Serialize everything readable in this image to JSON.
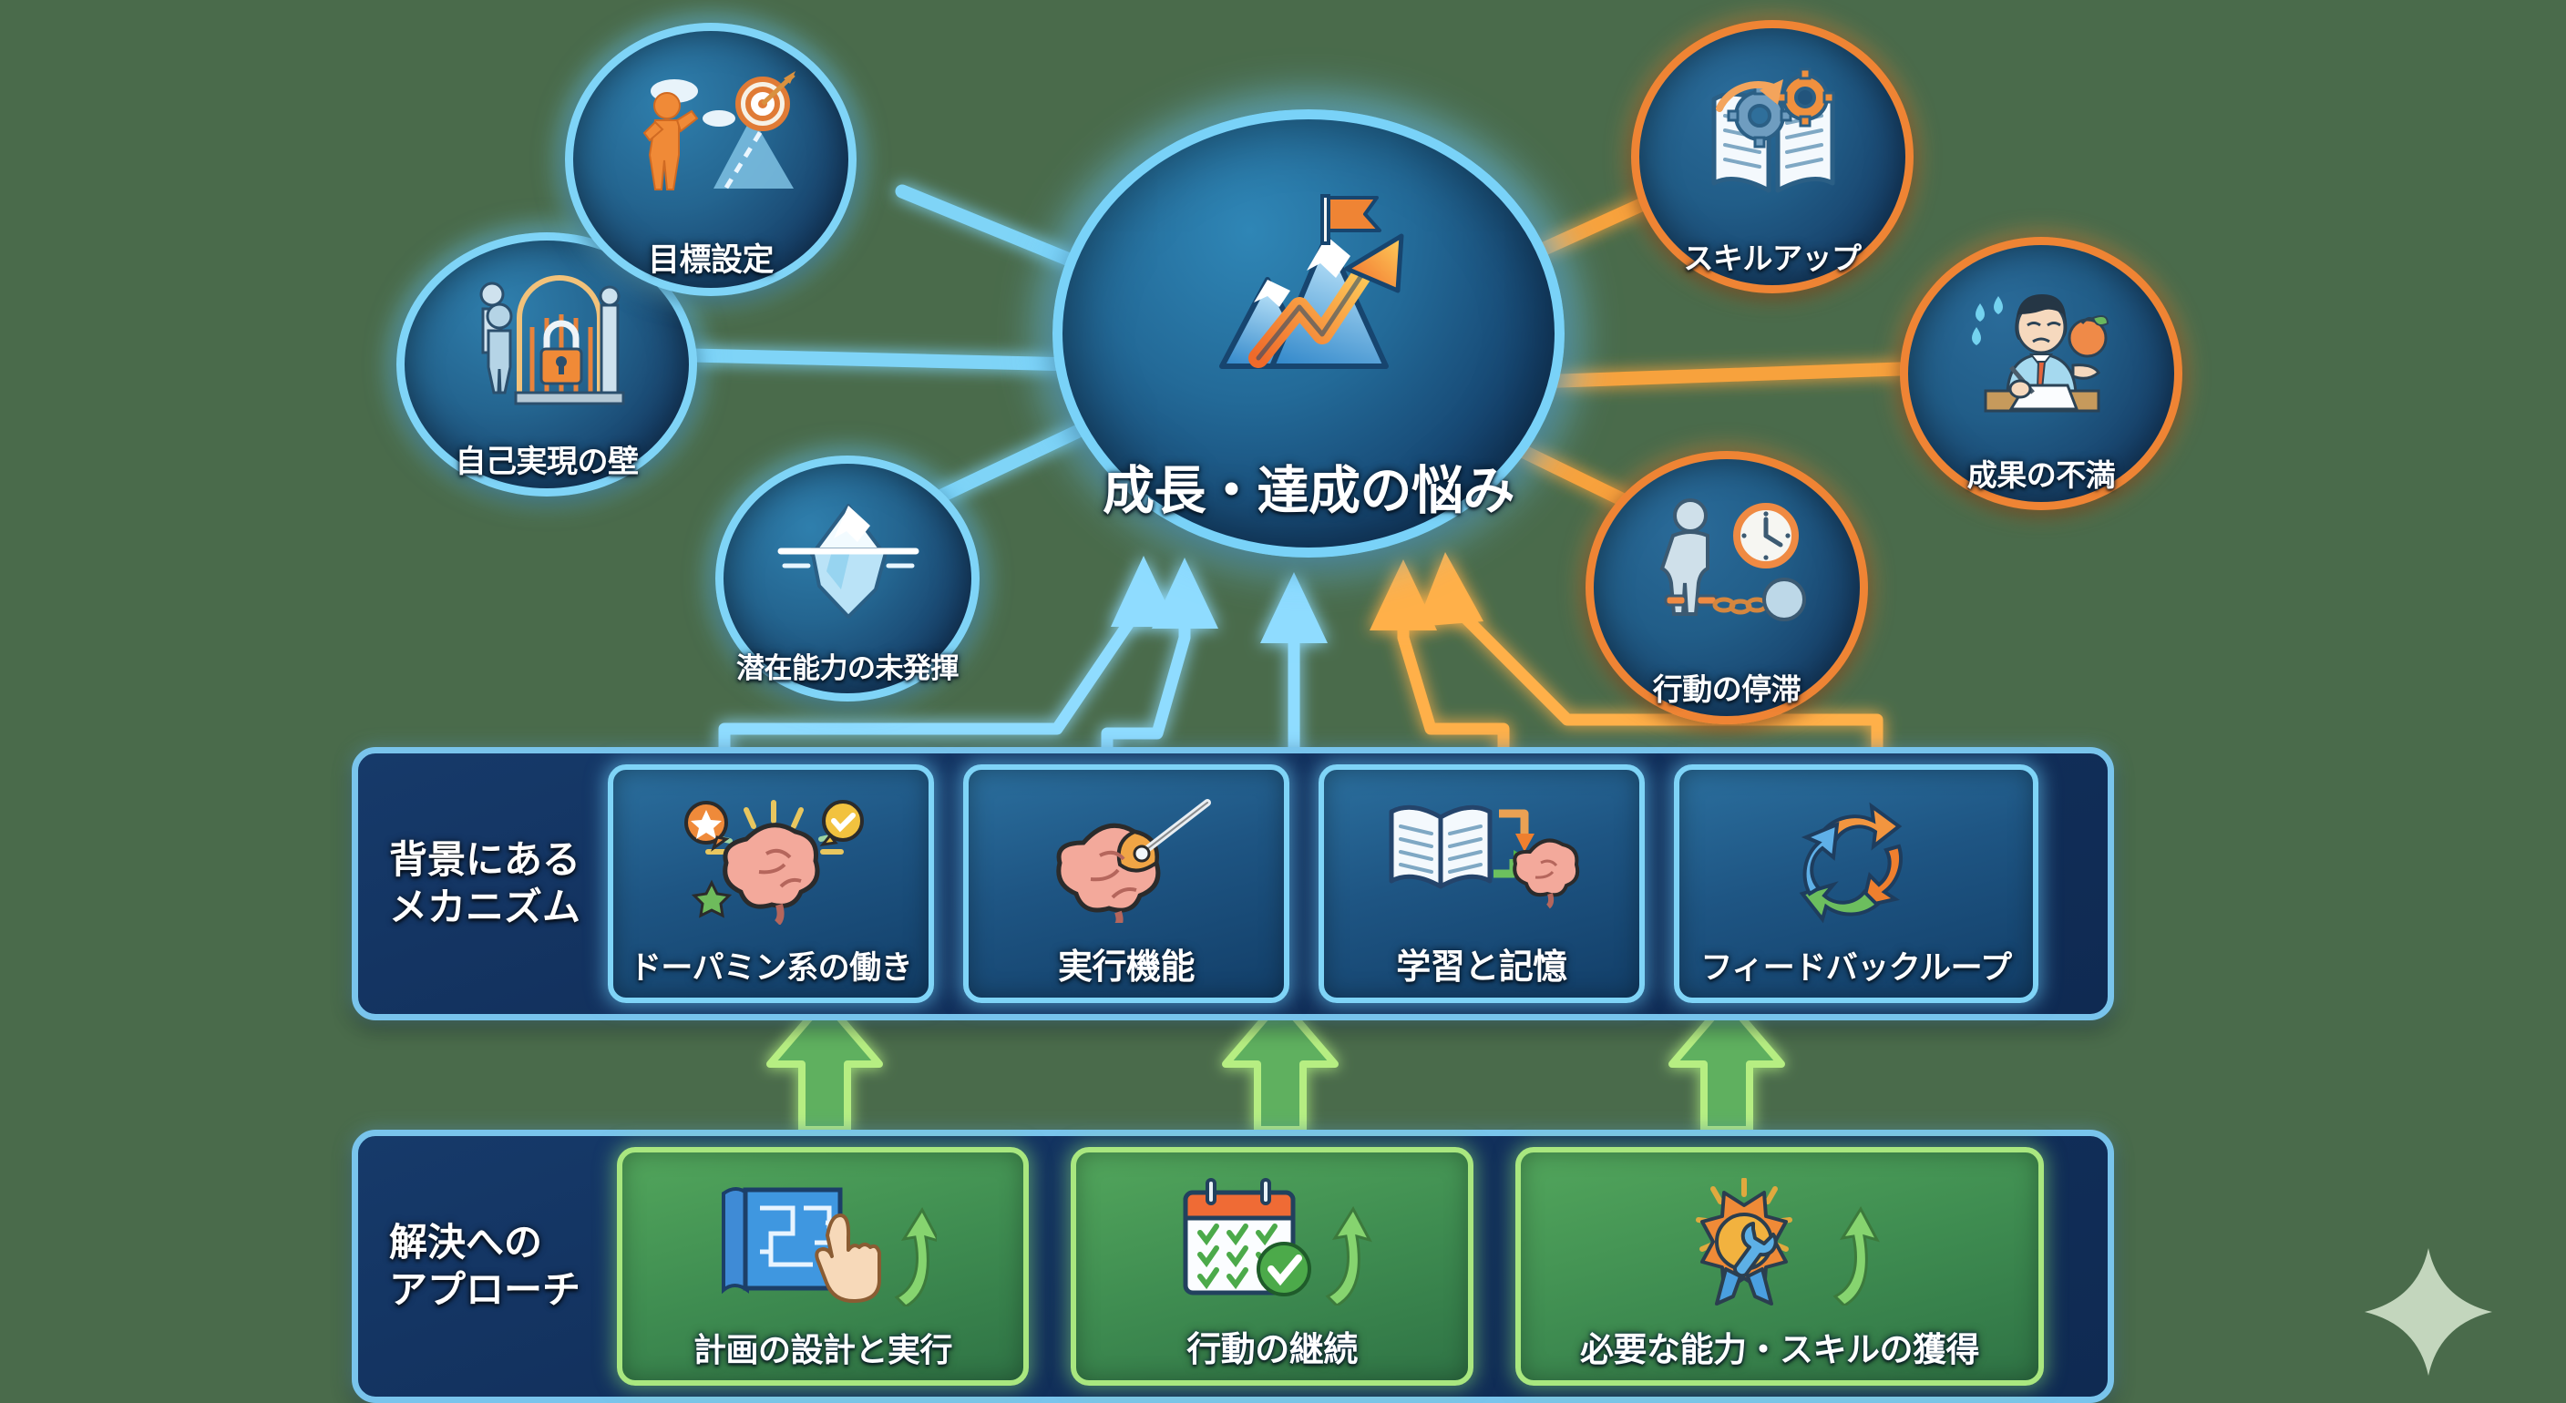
{
  "background_color": "#4a6b4b",
  "hub": {
    "label": "成長・達成の悩み",
    "icon": "mountain-flag-growth-arrow-icon",
    "ring_color": "#79d2f8"
  },
  "problem_nodes": [
    {
      "label": "自己実現の壁",
      "icon": "locked-gate-person-icon",
      "ring": "#7fd4f7",
      "side": "left"
    },
    {
      "label": "目標設定",
      "icon": "person-target-mountain-icon",
      "ring": "#7fd4f7",
      "side": "left"
    },
    {
      "label": "潜在能力の未発揮",
      "icon": "iceberg-icon",
      "ring": "#7fd4f7",
      "side": "left"
    },
    {
      "label": "スキルアップ",
      "icon": "book-gears-arrow-icon",
      "ring": "#ef8434",
      "side": "right"
    },
    {
      "label": "成果の不満",
      "icon": "frustrated-worker-fruit-icon",
      "ring": "#ef8434",
      "side": "right"
    },
    {
      "label": "行動の停滞",
      "icon": "ball-and-chain-clock-icon",
      "ring": "#ef8434",
      "side": "right"
    }
  ],
  "mechanism_band": {
    "title": "背景にある\nメカニズム",
    "border_color": "#79c4ec",
    "cards": [
      {
        "label": "ドーパミン系の働き",
        "icon": "brain-reward-sparkle-icon"
      },
      {
        "label": "実行機能",
        "icon": "brain-prefrontal-pointer-icon"
      },
      {
        "label": "学習と記憶",
        "icon": "book-to-brain-arrows-icon"
      },
      {
        "label": "フィードバックループ",
        "icon": "circular-feedback-arrows-icon"
      }
    ]
  },
  "solution_band": {
    "title": "解決への\nアプローチ",
    "border_color": "#79c4ec",
    "cards": [
      {
        "label": "計画の設計と実行",
        "icon": "blueprint-hand-arrow-icon"
      },
      {
        "label": "行動の継続",
        "icon": "calendar-checkmarks-arrow-icon"
      },
      {
        "label": "必要な能力・スキルの獲得",
        "icon": "award-ribbon-wrench-arrow-icon"
      }
    ]
  },
  "connectors": {
    "problem_link_color": "#7fd4f7",
    "outcome_link_color": "#f7a23c",
    "mechanism_up_left_color": "#8fdcff",
    "mechanism_up_right_color": "#ffb04a",
    "solution_up_color": "#b6ee82"
  },
  "decoration": {
    "sparkle": "four-point-sparkle-icon",
    "sparkle_color": "#c3d6bd"
  }
}
